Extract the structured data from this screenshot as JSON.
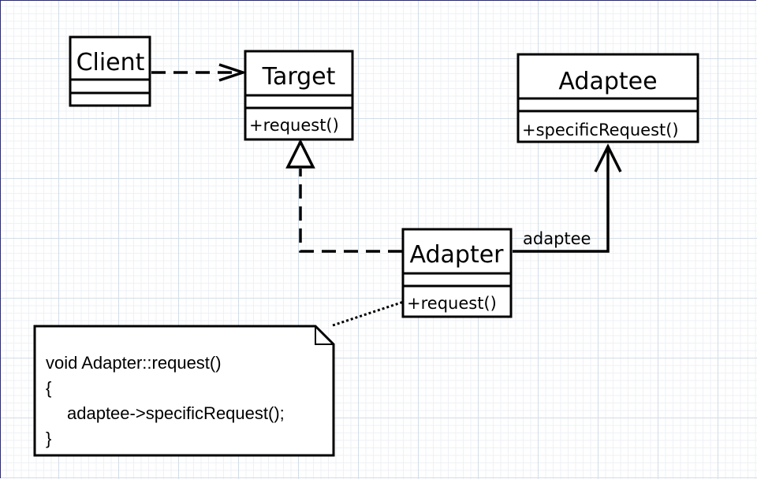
{
  "classes": {
    "client": {
      "name": "Client",
      "operation": ""
    },
    "target": {
      "name": "Target",
      "operation": "+request()"
    },
    "adaptee": {
      "name": "Adaptee",
      "operation": "+specificRequest()"
    },
    "adapter": {
      "name": "Adapter",
      "operation": "+request()"
    }
  },
  "association_label": "adaptee",
  "note": {
    "lines": [
      "void Adapter::request()",
      "{",
      "adaptee->specificRequest();",
      "}"
    ]
  }
}
